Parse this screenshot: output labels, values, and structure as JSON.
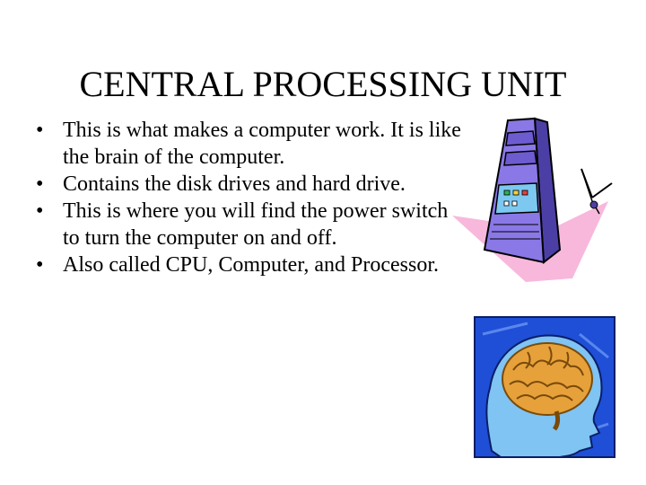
{
  "slide": {
    "title": "CENTRAL PROCESSING UNIT",
    "bullets": [
      {
        "marker": "•",
        "text": "This is what makes a computer work.   It is like the brain of the computer."
      },
      {
        "marker": "•",
        "text": "Contains the disk drives and hard drive."
      },
      {
        "marker": "•",
        "text": "This is where you will find the power switch to turn the computer on and off."
      },
      {
        "marker": "•",
        "text": "Also called CPU, Computer, and Processor."
      }
    ]
  },
  "images": {
    "cpu": {
      "icon": "computer-tower-clipart",
      "colors": {
        "tower": "#8A78E6",
        "shadow": "#F7B8DC"
      }
    },
    "brain": {
      "icon": "head-brain-clipart",
      "colors": {
        "background": "#1E4FD6",
        "head": "#7FC4F2",
        "brain": "#E7A13B"
      }
    }
  }
}
